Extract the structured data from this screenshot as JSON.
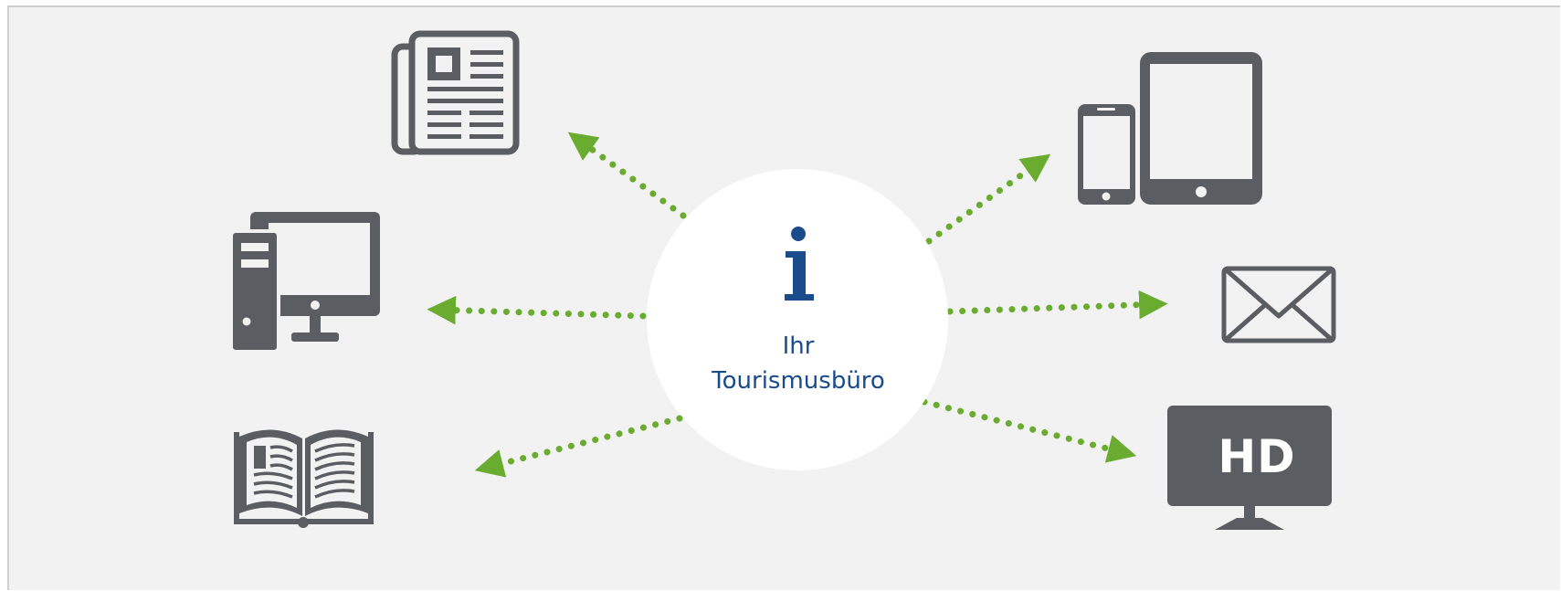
{
  "hub": {
    "line1": "Ihr",
    "line2": "Tourismusbüro"
  },
  "tv": {
    "label": "HD"
  },
  "colors": {
    "background": "#f2f2f2",
    "icon": "#5a5d61",
    "arrow": "#6aac2f",
    "hub_text": "#1a4b8c",
    "hub_circle": "#ffffff"
  },
  "icons": [
    "newspaper-icon",
    "desktop-computer-icon",
    "open-book-icon",
    "phone-tablet-icon",
    "envelope-icon",
    "hd-monitor-icon",
    "info-icon"
  ]
}
